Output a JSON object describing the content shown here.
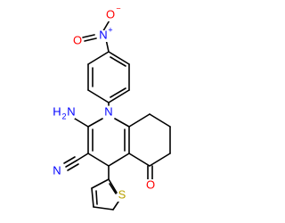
{
  "atoms": {
    "nitro_o_top": "O",
    "nitro_o_charge": "−",
    "nitro_n": "N",
    "nitro_n_charge": "+",
    "nitro_o_left": "O",
    "amine": "H",
    "amine_n": "N",
    "amine_sub": "2",
    "ring_n": "N",
    "nitrile_n": "N",
    "ketone_o": "O",
    "thiophene_s": "S"
  },
  "colors": {
    "bond": "#000000",
    "oxygen": "#ff0000",
    "nitrogen": "#0000ff",
    "sulfur": "#b8a000",
    "nitrogen_plus": "#0000ff"
  }
}
